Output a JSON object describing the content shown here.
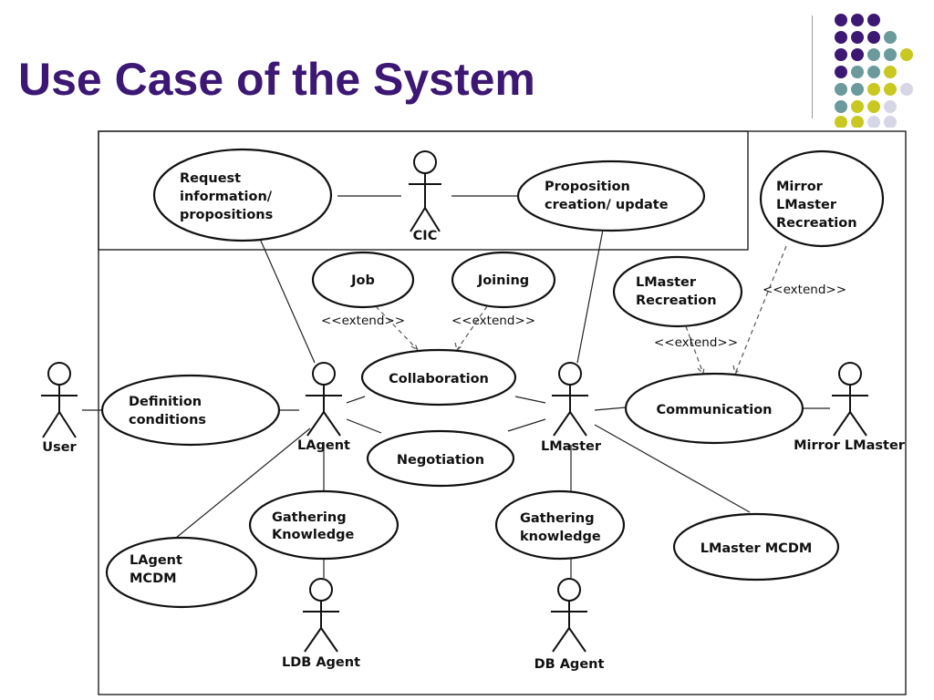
{
  "slide": {
    "title": "Use Case of the System"
  },
  "decoration": {
    "dot_colors": [
      "#3c1874",
      "#6b9a9c",
      "#c9c820",
      "#d6d6e6"
    ]
  },
  "diagram": {
    "actors": {
      "cic": "CIC",
      "user": "User",
      "lagent": "LAgent",
      "lmaster": "LMaster",
      "mirror_lmaster": "Mirror LMaster",
      "ldb_agent": "LDB Agent",
      "db_agent": "DB Agent"
    },
    "use_cases": {
      "request_info": [
        "Request",
        "information/",
        "propositions"
      ],
      "proposition_creation": [
        "Proposition",
        "creation/ update"
      ],
      "mirror_recreation": [
        "Mirror",
        "LMaster",
        "Recreation"
      ],
      "job": [
        "Job"
      ],
      "joining": [
        "Joining"
      ],
      "lmaster_recreation": [
        "LMaster",
        "Recreation"
      ],
      "collaboration": [
        "Collaboration"
      ],
      "definition_conditions": [
        "Definition",
        "conditions"
      ],
      "negotiation": [
        "Negotiation"
      ],
      "communication": [
        "Communication"
      ],
      "gathering_knowledge_lagent": [
        "Gathering",
        "Knowledge"
      ],
      "gathering_knowledge_lmaster": [
        "Gathering",
        "knowledge"
      ],
      "lagent_mcdm": [
        "LAgent",
        "MCDM"
      ],
      "lmaster_mcdm": [
        "LMaster MCDM"
      ]
    },
    "extend_label": "<<extend>>"
  }
}
